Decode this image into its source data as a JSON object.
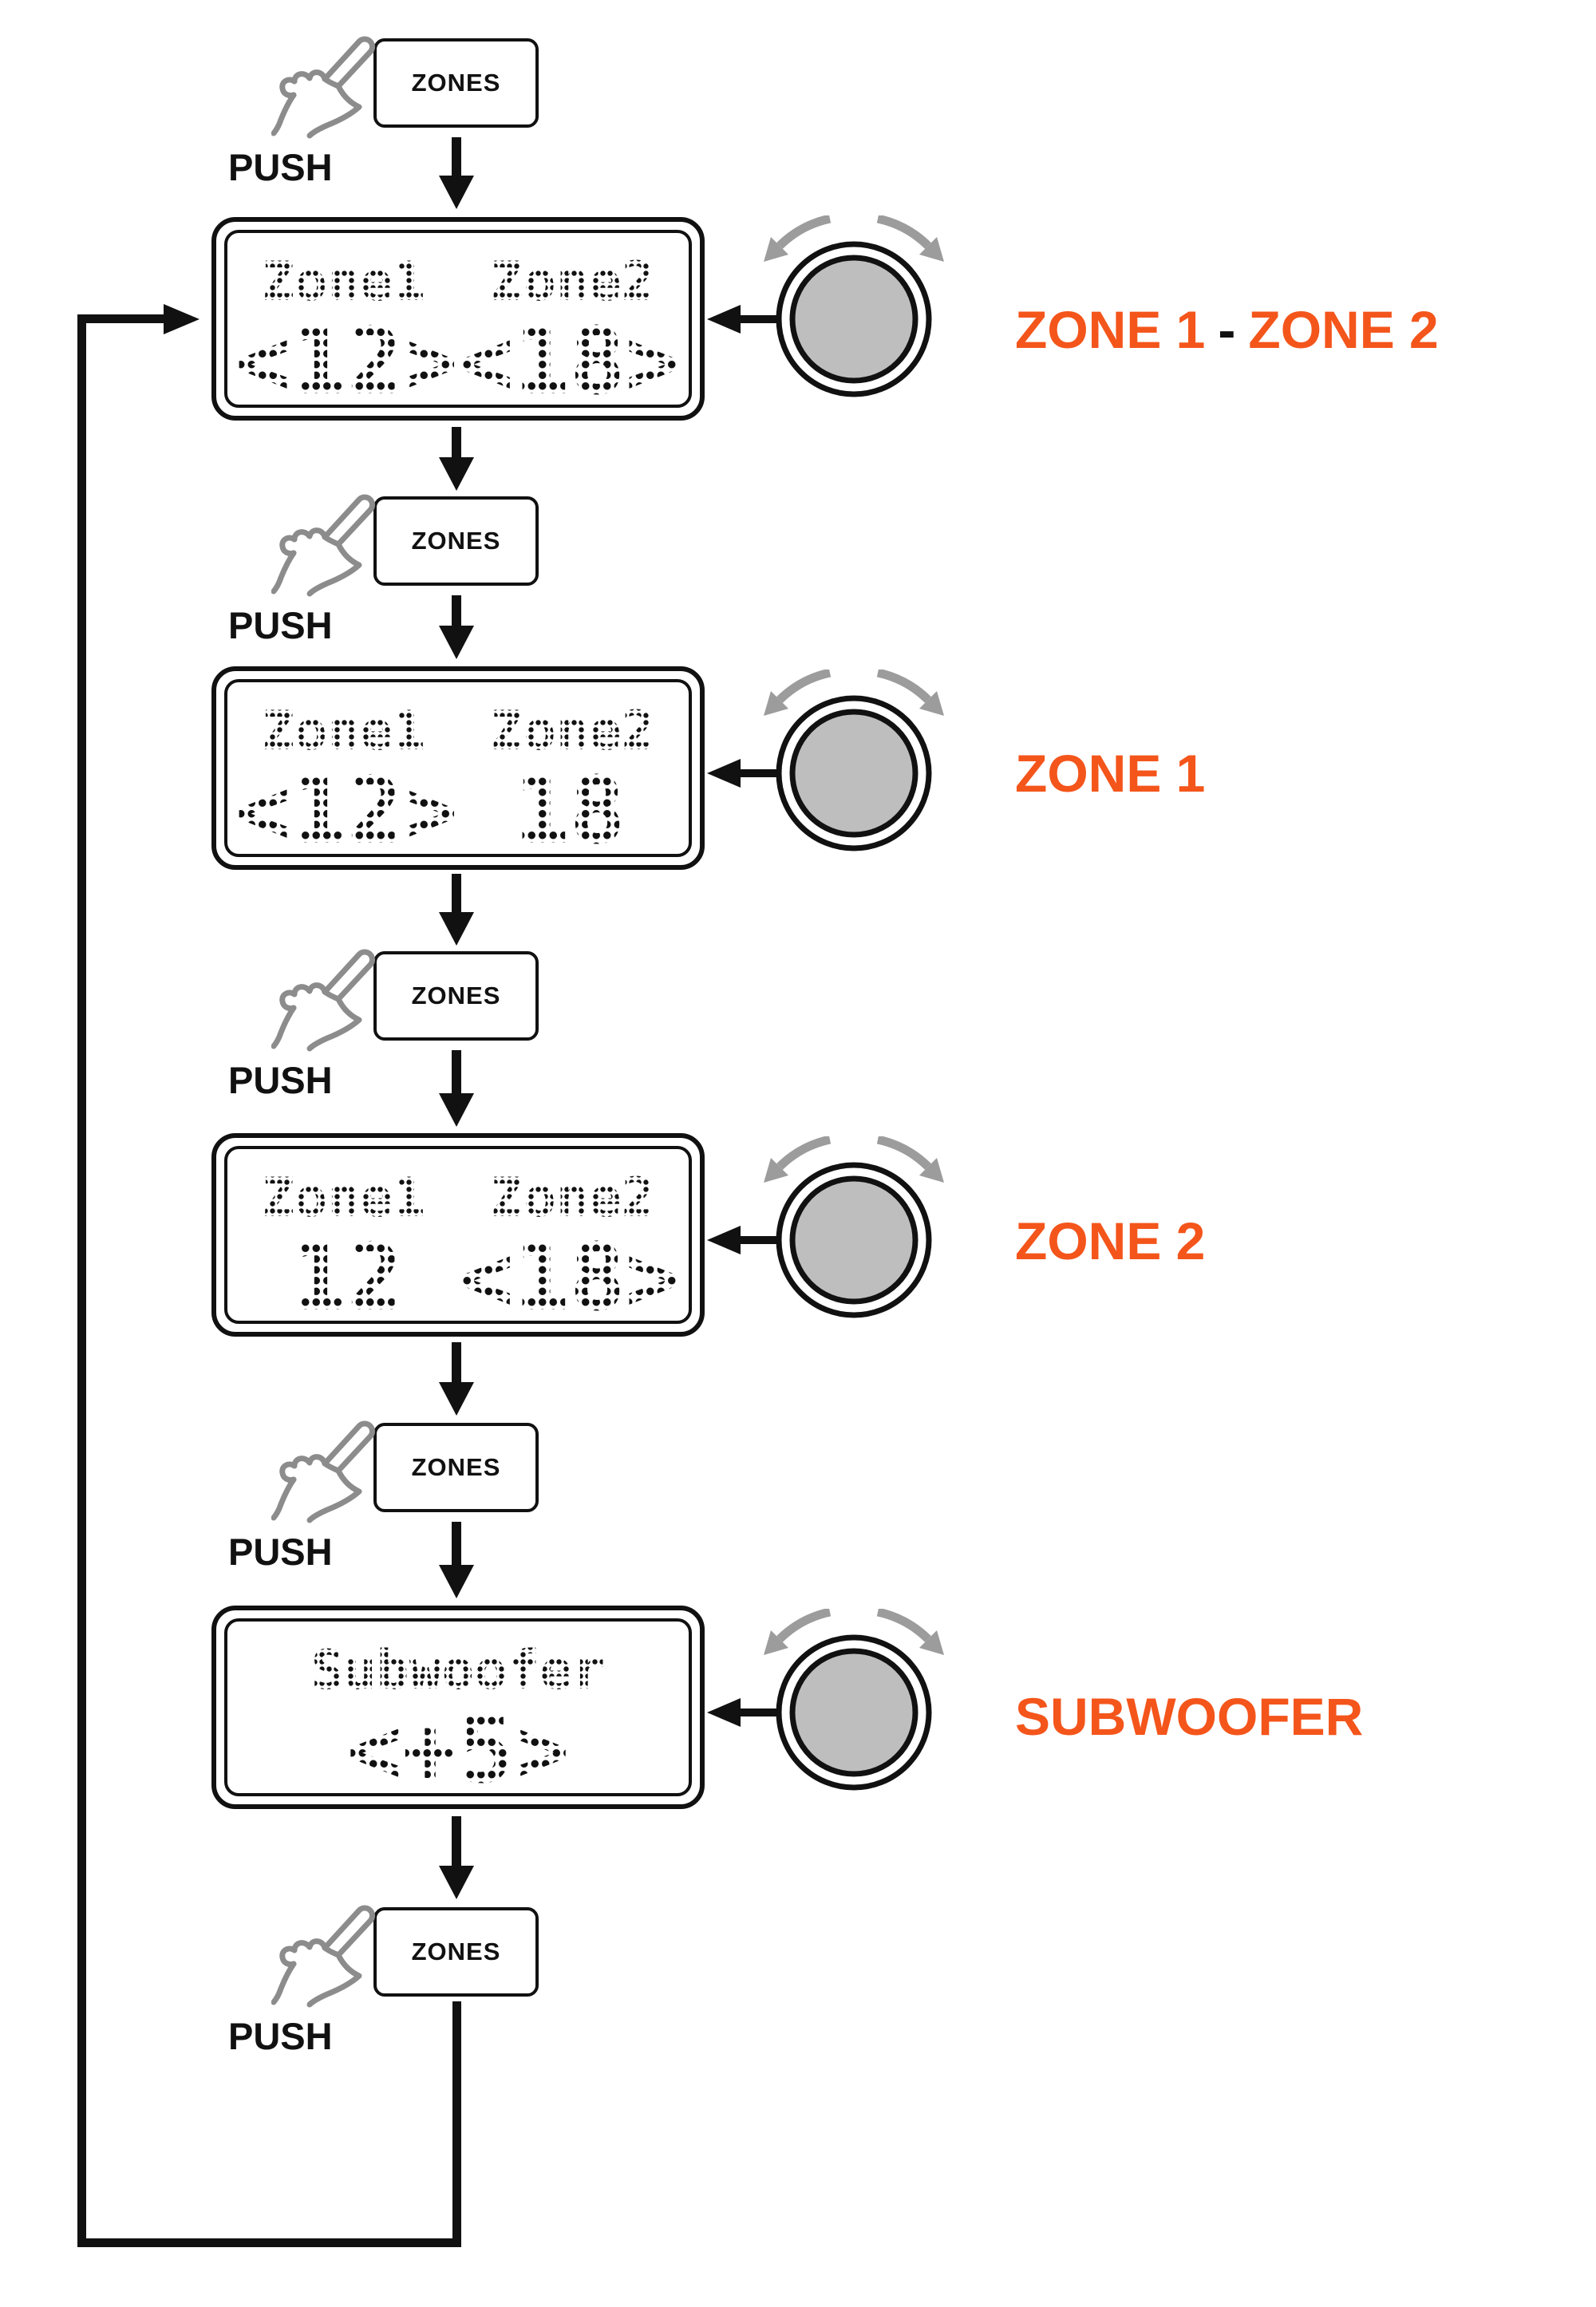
{
  "flow": {
    "push_label": "PUSH",
    "zones_button_label": "ZONES",
    "steps": [
      {
        "display": {
          "line1": "Zone1  Zone2",
          "line2": "<12><18>"
        },
        "knob_label": {
          "part1": "ZONE 1",
          "separator": "-",
          "part2": "ZONE 2"
        }
      },
      {
        "display": {
          "line1": "Zone1  Zone2",
          "line2": "<12> 18 "
        },
        "knob_label": {
          "part1": "ZONE 1"
        }
      },
      {
        "display": {
          "line1": "Zone1  Zone2",
          "line2": " 12 <18>"
        },
        "knob_label": {
          "part1": "ZONE 2"
        }
      },
      {
        "display": {
          "line1": "Subwoofer",
          "line2": "<+5>"
        },
        "knob_label": {
          "part1": "SUBWOOFER"
        }
      }
    ]
  },
  "colors": {
    "ink": "#111111",
    "label_orange": "#F4551B",
    "sep_black": "#111111",
    "knob_gray": "#BEBEBE",
    "hand_gray": "#8C8C8C",
    "arc_gray": "#9C9C9C"
  }
}
